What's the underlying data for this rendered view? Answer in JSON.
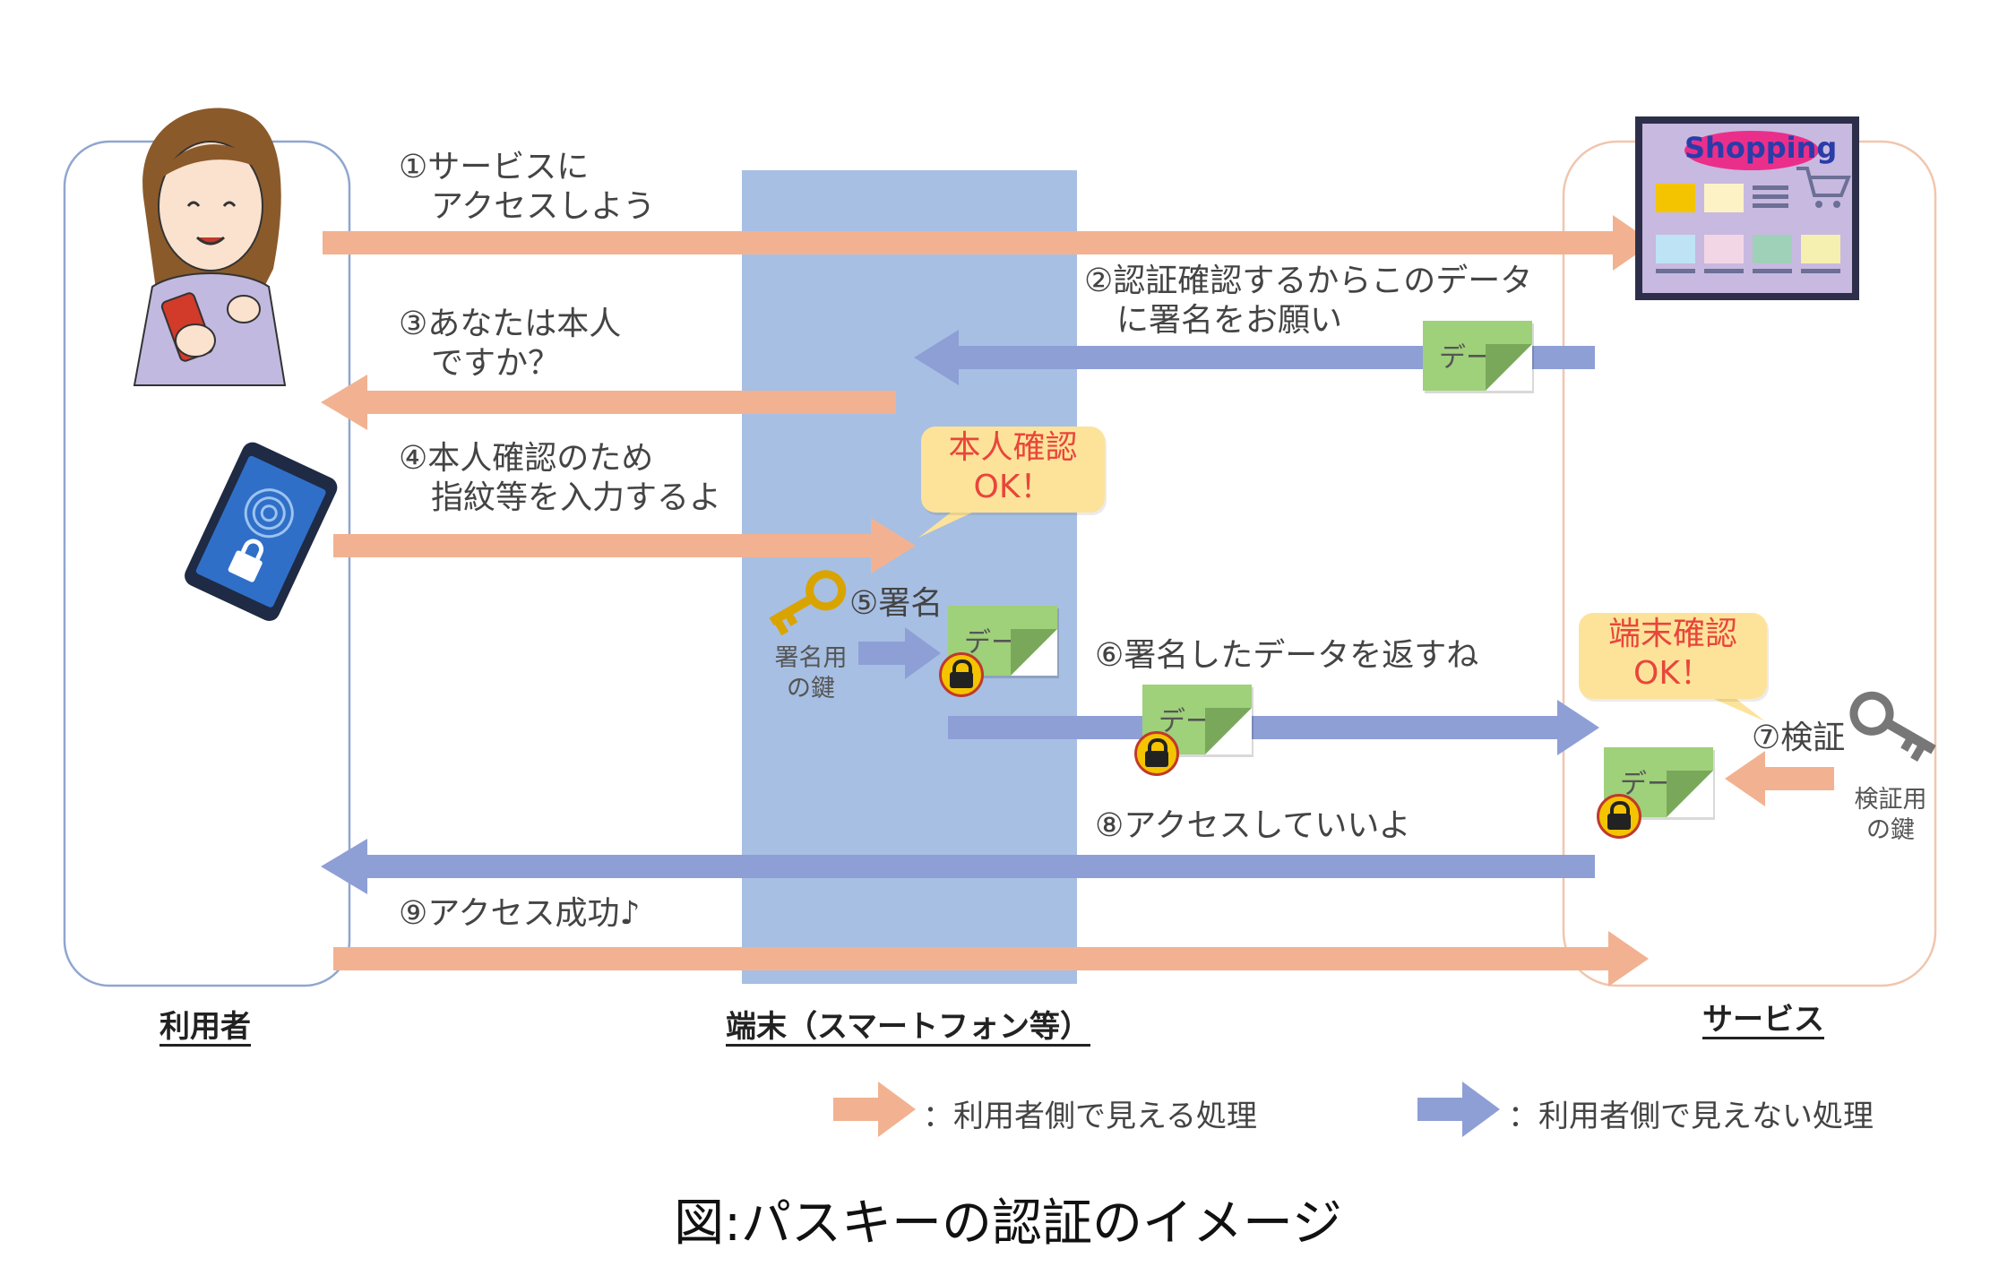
{
  "columns": {
    "user": "利用者",
    "device": "端末（スマートフォン等）",
    "service": "サービス"
  },
  "steps": {
    "s1": "①サービスに\n　アクセスしよう",
    "s2": "②認証確認するからこのデータ\n　に署名をお願い",
    "s3": "③あなたは本人\n　ですか？",
    "s4": "④本人確認のため\n　指紋等を入力するよ",
    "s5": "⑤署名",
    "s6": "⑥署名したデータを返すね",
    "s7": "⑦検証",
    "s8": "⑧アクセスしていいよ",
    "s9": "⑨アクセス成功♪"
  },
  "bubbles": {
    "identity_ok": "本人確認\nOK！",
    "device_ok": "端末確認\nOK！"
  },
  "data_note": "データ",
  "keys": {
    "sign_key": "署名用\nの鍵",
    "verify_key": "検証用\nの鍵"
  },
  "shop_sign": "Shopping",
  "legend": {
    "visible": "：利用者側で見える処理",
    "invisible": "：利用者側で見えない処理"
  },
  "caption": "図:パスキーの認証のイメージ",
  "colors": {
    "visible_arrow": "#f2b291",
    "invisible_arrow": "#8e9fd6",
    "device_band": "#a7bfe3",
    "bubble": "#fde39a",
    "bubble_text": "#e8463c",
    "note": "#9fd07a"
  },
  "icons": [
    "person-icon",
    "smartphone-fingerprint-icon",
    "shopping-site-icon",
    "key-icon",
    "lock-icon"
  ]
}
